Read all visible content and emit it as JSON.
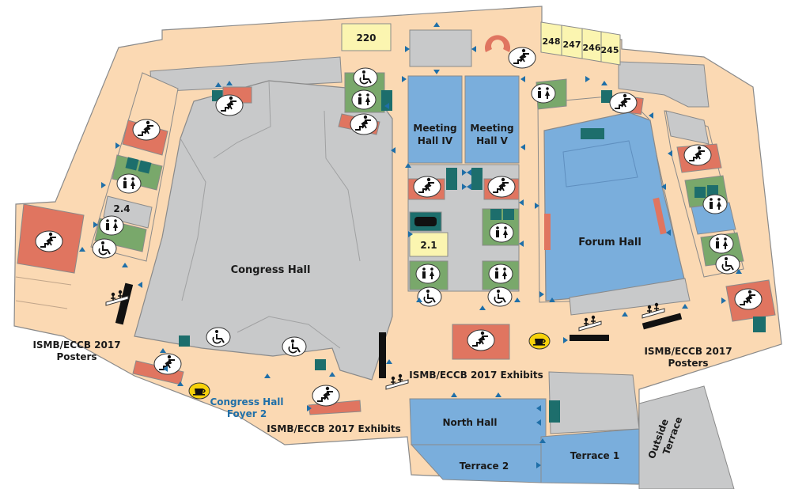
{
  "colors": {
    "floor": "#fbd9b3",
    "gray_room": "#c8c9ca",
    "blue_hall": "#7aaedc",
    "yellow_room": "#fbf5b0",
    "green_restroom": "#79a86b",
    "teal_block": "#1d6e6c",
    "stairs_red": "#e07560",
    "coffee_yellow": "#f7d20b",
    "label_blue": "#1f6fa8",
    "arrow_blue": "#1f6fa8",
    "outline": "#8a8a8a"
  },
  "rooms": {
    "congress_hall": "Congress Hall",
    "meeting_hall_4_line1": "Meeting",
    "meeting_hall_4_line2": "Hall IV",
    "meeting_hall_5_line1": "Meeting",
    "meeting_hall_5_line2": "Hall V",
    "forum_hall": "Forum Hall",
    "north_hall": "North Hall",
    "terrace_1": "Terrace 1",
    "terrace_2": "Terrace 2",
    "outside_terrace_line1": "Outside",
    "outside_terrace_line2": "Terrace",
    "room_220": "220",
    "room_248": "248",
    "room_247": "247",
    "room_246": "246",
    "room_245": "245",
    "room_2_4": "2.4",
    "room_2_1": "2.1"
  },
  "areas": {
    "posters_left_line1": "ISMB/ECCB 2017",
    "posters_left_line2": "Posters",
    "posters_right_line1": "ISMB/ECCB 2017",
    "posters_right_line2": "Posters",
    "exhibits_center": "ISMB/ECCB 2017 Exhibits",
    "exhibits_bottom": "ISMB/ECCB 2017 Exhibits",
    "foyer_line1": "Congress Hall",
    "foyer_line2": "Foyer 2"
  },
  "icons": {
    "escalator": "escalator-icon",
    "wheelchair": "wheelchair-icon",
    "restroom": "restroom-icon",
    "coffee": "coffee-icon",
    "poster_desk": "poster-desk-icon",
    "elevator": "elevator-icon",
    "entrance_arrow": "arrow-icon"
  }
}
